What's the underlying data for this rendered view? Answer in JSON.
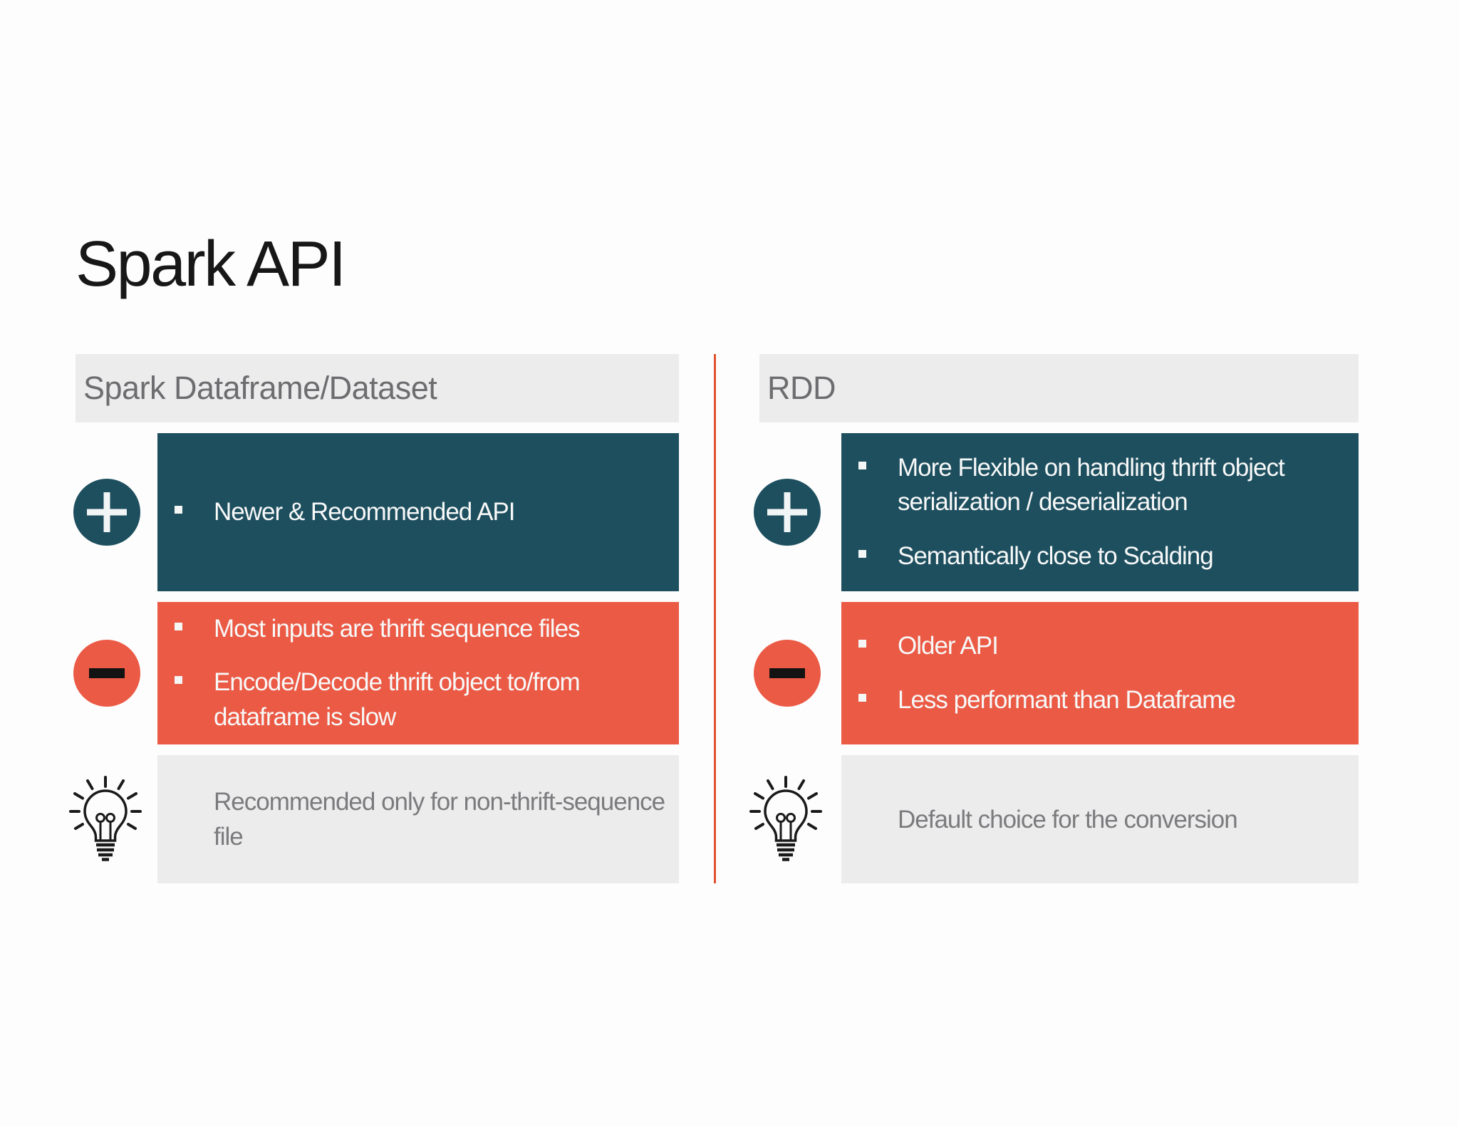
{
  "title": "Spark API",
  "colors": {
    "pro_box": "#1e4f5f",
    "con_box": "#eb5a45",
    "neutral_box": "#ececed",
    "divider": "#e0512f",
    "header_text": "#6d6d70",
    "tip_text": "#7b7b7e",
    "body_text": "#f7f8f8",
    "minus_glyph": "#131313",
    "title_text": "#171717"
  },
  "icons": {
    "pro": "plus-icon",
    "con": "minus-icon",
    "tip": "lightbulb-icon",
    "bullet": "square-bullet-icon"
  },
  "columns": [
    {
      "header": "Spark Dataframe/Dataset",
      "pros": [
        "Newer & Recommended API"
      ],
      "cons": [
        "Most inputs are thrift sequence files",
        "Encode/Decode thrift object to/from dataframe is slow"
      ],
      "tip": "Recommended only for non-thrift-sequence file"
    },
    {
      "header": "RDD",
      "pros": [
        "More Flexible on handling thrift object serialization / deserialization",
        "Semantically close to Scalding"
      ],
      "cons": [
        "Older API",
        "Less performant than Dataframe"
      ],
      "tip": "Default choice for the conversion"
    }
  ]
}
